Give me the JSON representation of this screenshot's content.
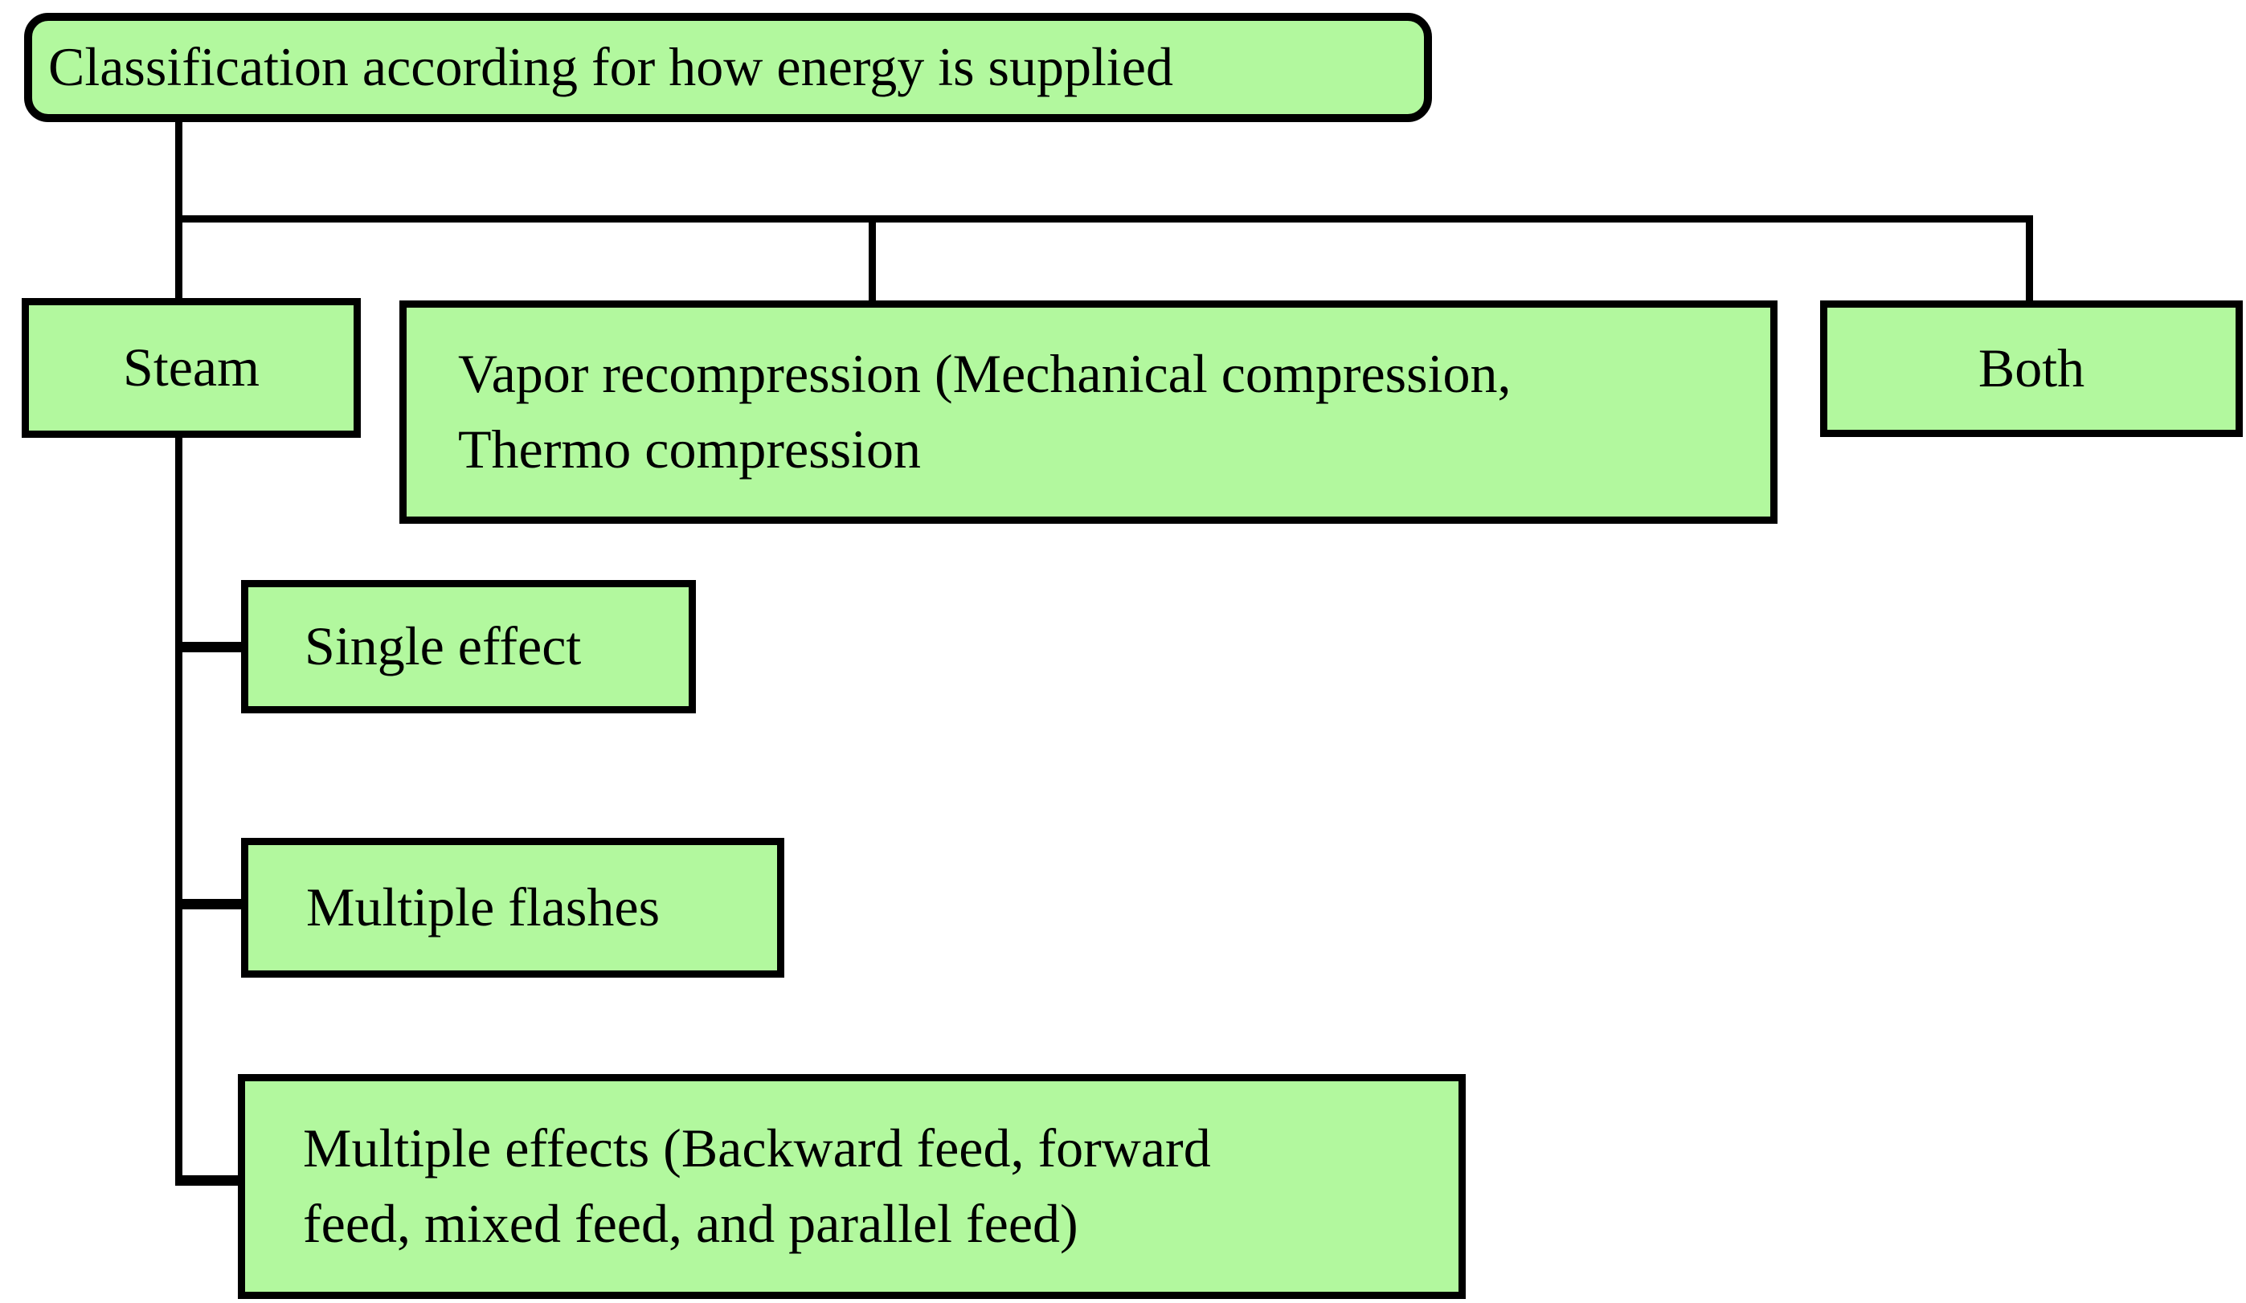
{
  "nodes": {
    "root": {
      "label": "Classification according for how energy is supplied"
    },
    "steam": {
      "label": "Steam"
    },
    "vapor": {
      "line1": "Vapor recompression (Mechanical compression,",
      "line2": "Thermo compression"
    },
    "both": {
      "label": "Both"
    },
    "single_effect": {
      "label": "Single effect"
    },
    "multiple_flashes": {
      "label": "Multiple flashes"
    },
    "multiple_effects": {
      "line1": "Multiple effects (Backward feed, forward",
      "line2": "feed, mixed feed, and parallel feed)"
    }
  },
  "colors": {
    "box-fill": "#b2f89e",
    "box-border": "#000000",
    "connector": "#000000",
    "page-bg": "#ffffff",
    "text": "#000000"
  }
}
